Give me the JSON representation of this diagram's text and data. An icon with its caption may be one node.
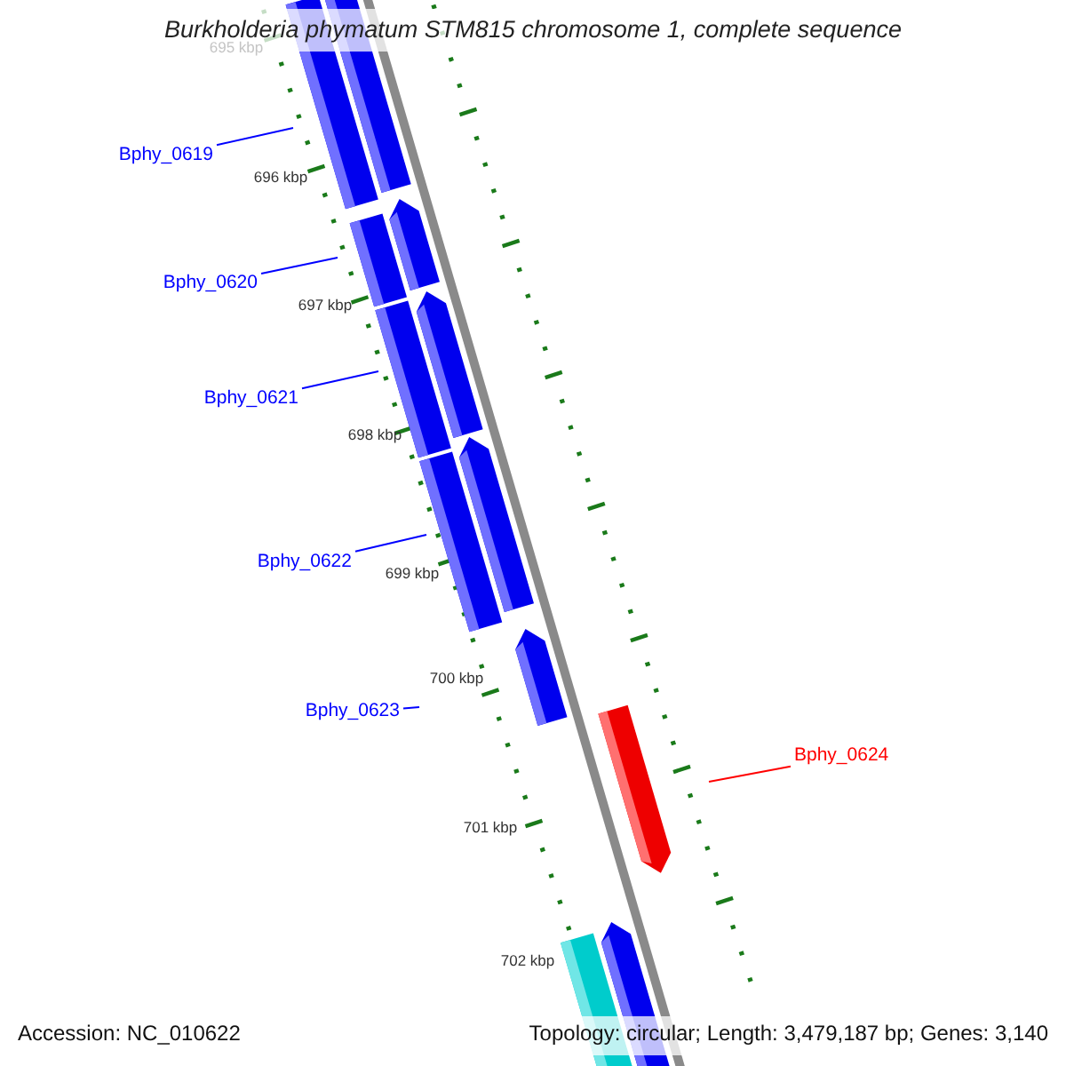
{
  "diagram": {
    "title": "Burkholderia phymatum STM815 chromosome 1, complete sequence",
    "nodes": [
      {
        "text": [
          "Bphy_0619"
        ]
      },
      {
        "text": [
          "Bphy_0620"
        ]
      },
      {
        "text": [
          "Bphy_0621"
        ]
      },
      {
        "text": [
          "Bphy_0622"
        ]
      },
      {
        "text": [
          "Bphy_0623"
        ]
      },
      {
        "text": [
          "Bphy_0624"
        ]
      }
    ],
    "edges": [
      {
        "from": 0,
        "to": null,
        "arrow": "none"
      },
      {
        "from": 1,
        "to": null,
        "arrow": "none"
      },
      {
        "from": 2,
        "to": null,
        "arrow": "none"
      },
      {
        "from": 3,
        "to": null,
        "arrow": "none"
      },
      {
        "from": 4,
        "to": null,
        "arrow": "none"
      },
      {
        "from": 5,
        "to": null,
        "arrow": "none",
        "color": "#ff0000"
      }
    ],
    "labels": [
      "695 kbp",
      "696 kbp",
      "697 kbp",
      "698 kbp",
      "699 kbp",
      "700 kbp",
      "701 kbp",
      "702 kbp",
      "Accession: NC_010622",
      "Topology: circular; Length: 3,479,187 bp; Genes: 3,140"
    ]
  }
}
